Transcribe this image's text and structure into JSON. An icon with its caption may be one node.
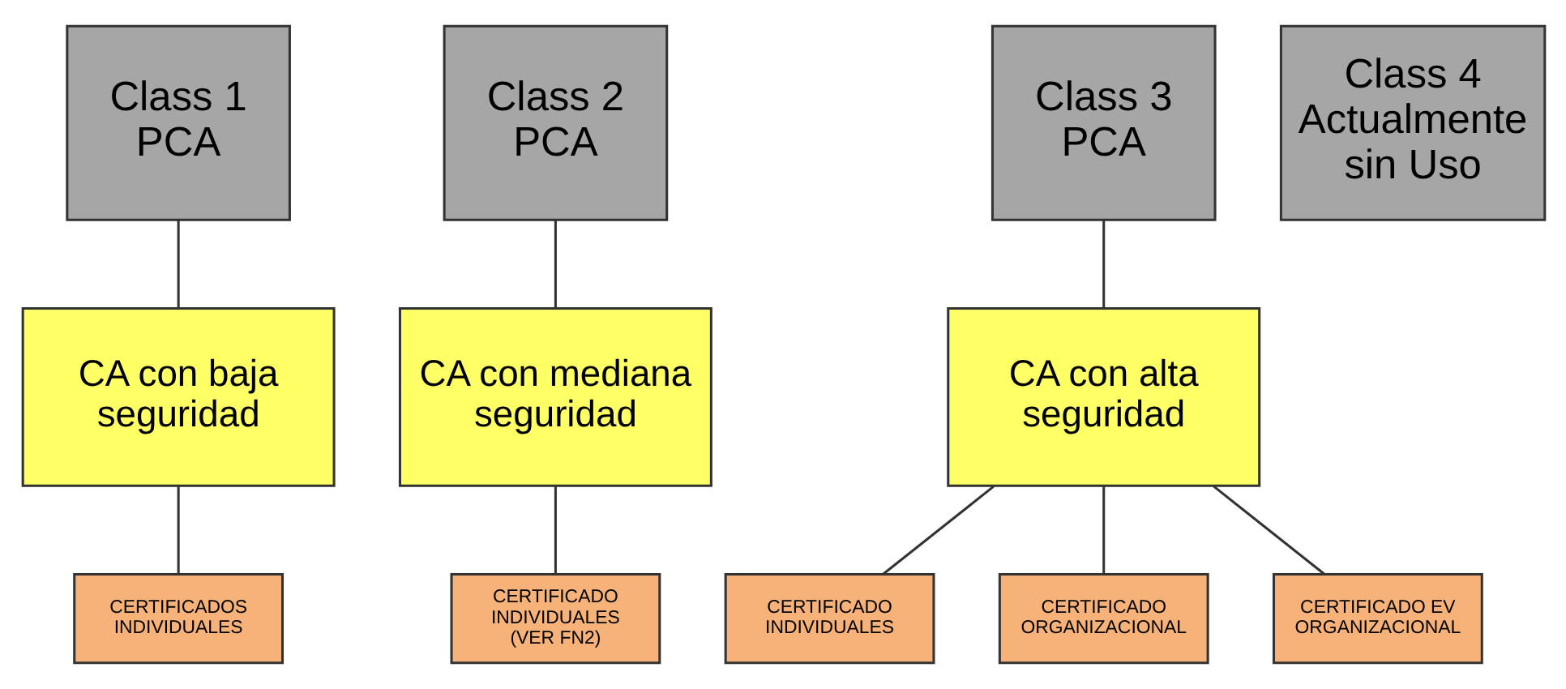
{
  "diagram": {
    "nodes": [
      {
        "text": [
          "Class 1 PCA"
        ]
      },
      {
        "text": [
          "Class 2 PCA"
        ]
      },
      {
        "text": [
          "Class 3 PCA"
        ]
      },
      {
        "text": [
          "Class 4 Actualmente sin Uso"
        ]
      },
      {
        "text": [
          "CA con baja seguridad"
        ]
      },
      {
        "text": [
          "CA con mediana seguridad"
        ]
      },
      {
        "text": [
          "CA con alta seguridad"
        ]
      },
      {
        "text": [
          "CERTIFICADOS INDIVIDUALES"
        ]
      },
      {
        "text": [
          "CERTIFICADO INDIVIDUALES (VER FN2)"
        ]
      },
      {
        "text": [
          "CERTIFICADO INDIVIDUALES"
        ]
      },
      {
        "text": [
          "CERTIFICADO ORGANIZACIONAL"
        ]
      },
      {
        "text": [
          "CERTIFICADO EV ORGANIZACIONAL"
        ]
      }
    ],
    "edges": [
      {
        "from": 0,
        "to": 4,
        "arrow": "none"
      },
      {
        "from": 1,
        "to": 5,
        "arrow": "none"
      },
      {
        "from": 2,
        "to": 6,
        "arrow": "none"
      },
      {
        "from": 4,
        "to": 7,
        "arrow": "none"
      },
      {
        "from": 5,
        "to": 8,
        "arrow": "none"
      },
      {
        "from": 6,
        "to": 9,
        "arrow": "none"
      },
      {
        "from": 6,
        "to": 10,
        "arrow": "none"
      },
      {
        "from": 6,
        "to": 11,
        "arrow": "none"
      }
    ]
  }
}
